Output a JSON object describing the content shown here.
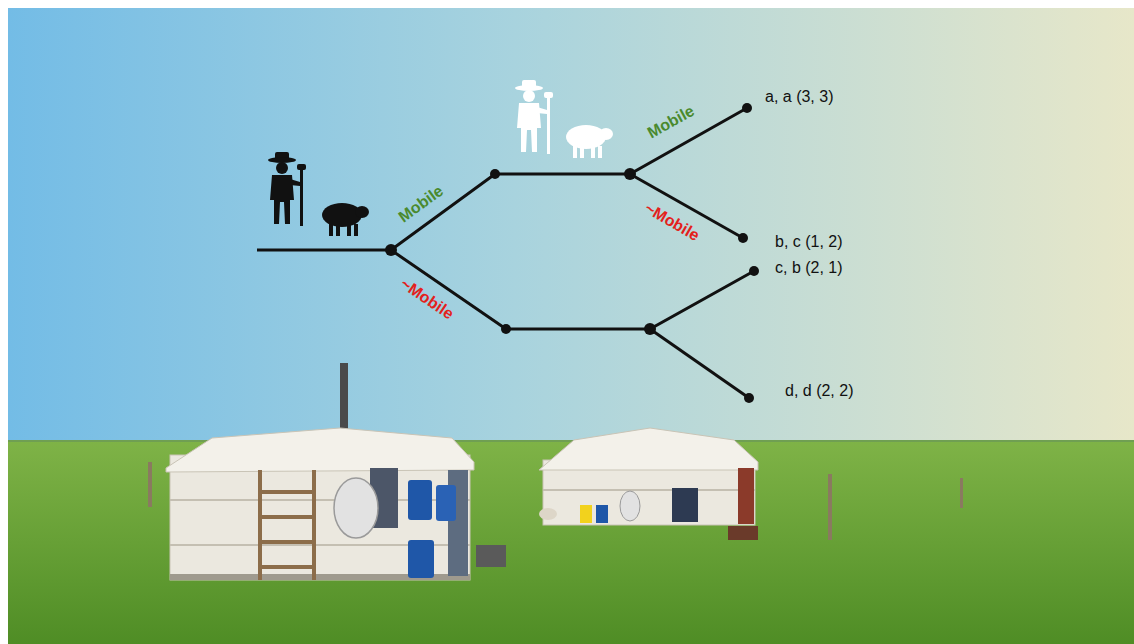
{
  "diagram": {
    "labels": [
      "Mobile",
      "~Mobile",
      "Mobile",
      "~Mobile",
      "a, a (3, 3)",
      "b, c (1, 2)",
      "c, b (2, 1)",
      "d, d (2, 2)"
    ]
  }
}
